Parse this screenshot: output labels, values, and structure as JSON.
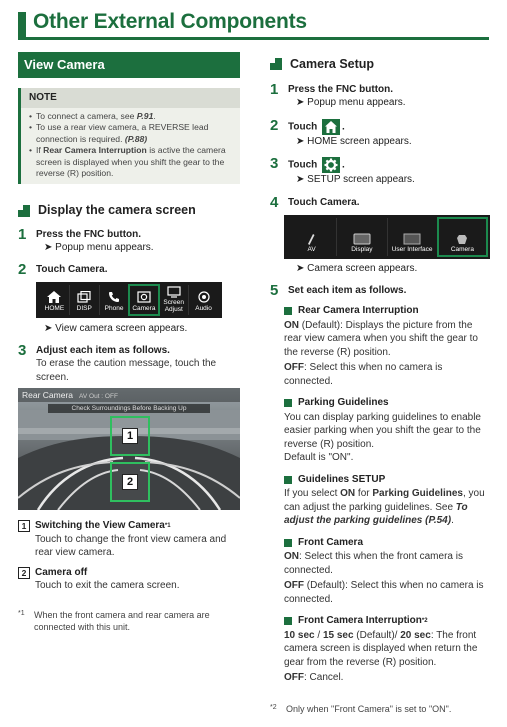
{
  "page": {
    "title": "Other External Components"
  },
  "view_camera": {
    "heading": "View Camera",
    "note": {
      "heading": "NOTE",
      "items": [
        [
          "To connect a camera, see ",
          "P.91",
          "."
        ],
        [
          "To use a rear view camera, a REVERSE lead connection is required. ",
          "(P.88)",
          ""
        ],
        [
          "If ",
          "Rear Camera Interruption",
          " is active the camera screen is displayed when you shift the gear to the reverse (R) position."
        ]
      ]
    },
    "display": {
      "heading": "Display the camera screen",
      "step1": {
        "num": "1",
        "pre": "Press the ",
        "key": "FNC",
        "post": " button.",
        "result": "Popup menu appears."
      },
      "step2": {
        "num": "2",
        "pre": "Touch ",
        "key": "Camera",
        "post": ".",
        "result": "View camera screen appears."
      },
      "menu_items": [
        "HOME",
        "DISP",
        "Phone",
        "Camera",
        "Screen Adjust",
        "Audio"
      ],
      "step3": {
        "num": "3",
        "text": "Adjust each item as follows.",
        "desc": "To erase the caution message, touch the screen."
      },
      "camera_screen": {
        "title": "Rear Camera",
        "audio_off": "AV Out : OFF",
        "warning": "Check Surroundings Before Backing Up",
        "box1": "1",
        "box2": "2"
      }
    },
    "items": [
      {
        "num": "1",
        "label": "Switching the View Camera",
        "mark": "*1",
        "desc": "Touch to change the front view camera and rear view camera."
      },
      {
        "num": "2",
        "label": "Camera off",
        "mark": "",
        "desc": "Touch to exit the camera screen."
      }
    ],
    "footnote": {
      "mark": "*1",
      "text": "When the front camera and rear camera are connected with this unit."
    }
  },
  "camera_setup": {
    "heading": "Camera Setup",
    "step1": {
      "num": "1",
      "pre": "Press the ",
      "key": "FNC",
      "post": " button.",
      "result": "Popup menu appears."
    },
    "step2": {
      "num": "2",
      "pre": "Touch ",
      "post": ".",
      "result": "HOME screen appears."
    },
    "step3": {
      "num": "3",
      "pre": "Touch ",
      "post": ".",
      "result": "SETUP screen appears."
    },
    "step4": {
      "num": "4",
      "pre": "Touch ",
      "key": "Camera",
      "post": ".",
      "result": "Camera screen appears."
    },
    "setup_items": [
      "AV",
      "Display",
      "User Interface",
      "Camera"
    ],
    "step5": {
      "num": "5",
      "text": "Set each item as follows."
    },
    "rear_interrupt": {
      "heading": "Rear Camera Interruption",
      "on_key": "ON",
      "on_text": " (Default): Displays the picture from the rear view camera when you shift the gear to the reverse (R) position.",
      "off_key": "OFF",
      "off_text": ": Select this when no camera is connected."
    },
    "parking": {
      "heading": "Parking Guidelines",
      "desc": "You can display parking guidelines to enable easier parking when you shift the gear to the reverse (R) position.",
      "default": "Default is \"ON\"."
    },
    "guidelines_setup": {
      "heading": "Guidelines SETUP",
      "pre": "If you select ",
      "on": "ON",
      "mid": " for ",
      "pg": "Parking Guidelines",
      "post": ", you can adjust the parking guidelines. See ",
      "link": "To adjust the parking guidelines (P.54)",
      "end": "."
    },
    "front_camera": {
      "heading": "Front Camera",
      "on_key": "ON",
      "on_text": ": Select this when the front camera is connected.",
      "off_key": "OFF",
      "off_text": " (Default): Select this when no camera is connected."
    },
    "front_interrupt": {
      "heading": "Front Camera Interruption",
      "mark": "*2",
      "k1": "10 sec",
      "s1": " / ",
      "k2": "15 sec",
      "t2": " (Default)/ ",
      "k3": "20 sec",
      "text": ": The front camera screen is displayed when return the gear from the reverse (R) position.",
      "off_key": "OFF",
      "off_text": ": Cancel."
    },
    "footnote": {
      "mark": "*2",
      "text": "Only when \"Front Camera\" is set to \"ON\"."
    }
  }
}
